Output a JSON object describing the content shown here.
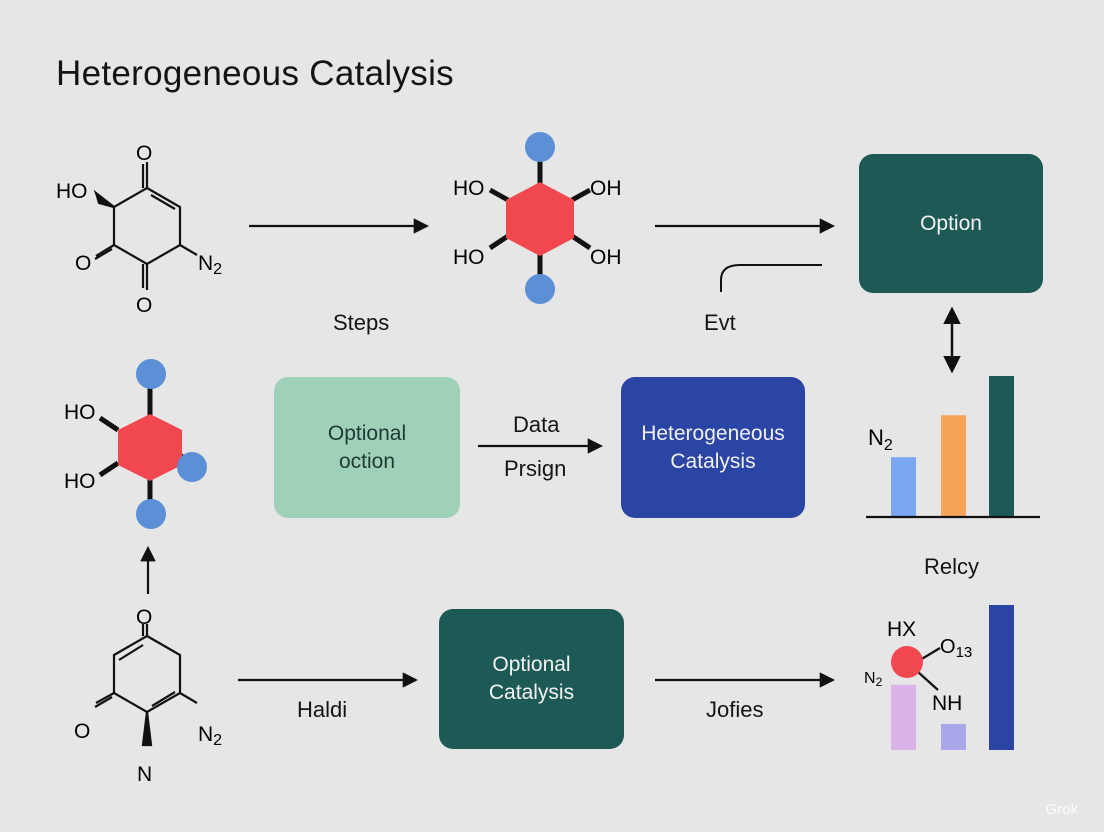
{
  "title": "Heterogeneous Catalysis",
  "boxes": {
    "option": "Option",
    "optional_oction": "Optional\noction",
    "heterogeneous_catalysis": "Heterogeneous\nCatalysis",
    "optional_catalysis": "Optional\nCatalysis"
  },
  "labels": {
    "steps": "Steps",
    "evt": "Evt",
    "data": "Data",
    "prsign": "Prsign",
    "relcy": "Relcy",
    "haldi": "Haldi",
    "jofies": "Jofies"
  },
  "molecules": {
    "quinone_top": {
      "ho": "HO",
      "o_top": "O",
      "o_left": "O",
      "o_bottom": "O",
      "n2": "N",
      "n2_sub": "2"
    },
    "hexagon_top": {
      "ho_tl": "HO",
      "oh_tr": "OH",
      "ho_bl": "HO",
      "oh_br": "OH"
    },
    "hexagon_left": {
      "ho_top": "HO",
      "ho_bottom": "HO"
    },
    "quinone_bottom": {
      "o_top": "O",
      "o_left": "O",
      "n2": "N",
      "n2_sub": "2",
      "n": "N"
    }
  },
  "bar_chart_right": {
    "label": "N",
    "label_sub": "2",
    "bars": [
      {
        "value": 0.42,
        "color": "#7ba6f2"
      },
      {
        "value": 0.72,
        "color": "#f5a45a"
      },
      {
        "value": 1.0,
        "color": "#1e5a55"
      }
    ]
  },
  "bottom_right_figure": {
    "hx": "HX",
    "o13": "O",
    "o13_sub": "13",
    "n2": "N",
    "n2_sub": "2",
    "nh": "NH",
    "bars": [
      {
        "value": 0.45,
        "color": "#dcb3e9"
      },
      {
        "value": 0.18,
        "color": "#a9a6ea"
      },
      {
        "value": 1.0,
        "color": "#2b45a4"
      }
    ]
  },
  "colors": {
    "background": "#e6e6e6",
    "atom_red": "#f0484e",
    "atom_blue": "#5b8fd6",
    "dark_teal": "#1e5a55",
    "mint": "#9fd1b9",
    "royal_blue": "#2b45a4"
  },
  "watermark": "Grok"
}
